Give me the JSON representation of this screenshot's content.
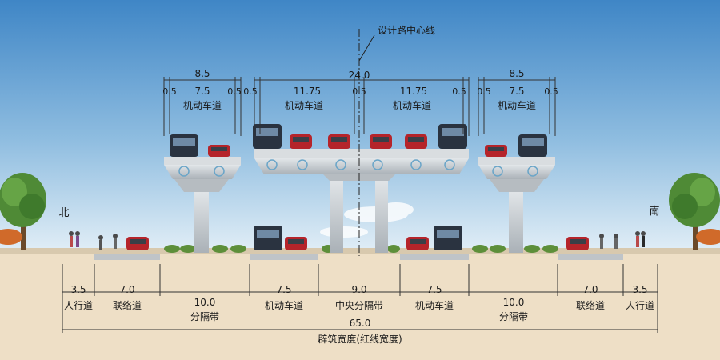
{
  "center_line_label": "设计路中心线",
  "directions": {
    "north": "北",
    "south": "南"
  },
  "upper_deck": {
    "left": {
      "total": "8.5",
      "parts": [
        "0.5",
        "7.5",
        "0.5"
      ],
      "lane_label": "机动车道"
    },
    "center": {
      "total": "24.0",
      "parts": [
        "0.5",
        "11.75",
        "0.5",
        "11.75",
        "0.5"
      ],
      "lane_labels": [
        "机动车道",
        "机动车道"
      ]
    },
    "right": {
      "total": "8.5",
      "parts": [
        "0.5",
        "7.5",
        "0.5"
      ],
      "lane_label": "机动车道"
    }
  },
  "ground_segments": [
    {
      "width": "3.5",
      "label": "人行道"
    },
    {
      "width": "7.0",
      "label": "联络道"
    },
    {
      "width": "10.0",
      "label": "分隔带"
    },
    {
      "width": "7.5",
      "label": "机动车道"
    },
    {
      "width": "9.0",
      "label": "中央分隔带"
    },
    {
      "width": "7.5",
      "label": "机动车道"
    },
    {
      "width": "10.0",
      "label": "分隔带"
    },
    {
      "width": "7.0",
      "label": "联络道"
    },
    {
      "width": "3.5",
      "label": "人行道"
    }
  ],
  "total": {
    "width": "65.0",
    "label": "辟筑宽度(红线宽度)"
  },
  "colors": {
    "sky_top": "#3f86c6",
    "sky_bottom": "#dcecf6",
    "ground": "#eedfc6",
    "concrete": "#c9ced2",
    "bus": "#2a3340",
    "car": "#b5242a"
  }
}
